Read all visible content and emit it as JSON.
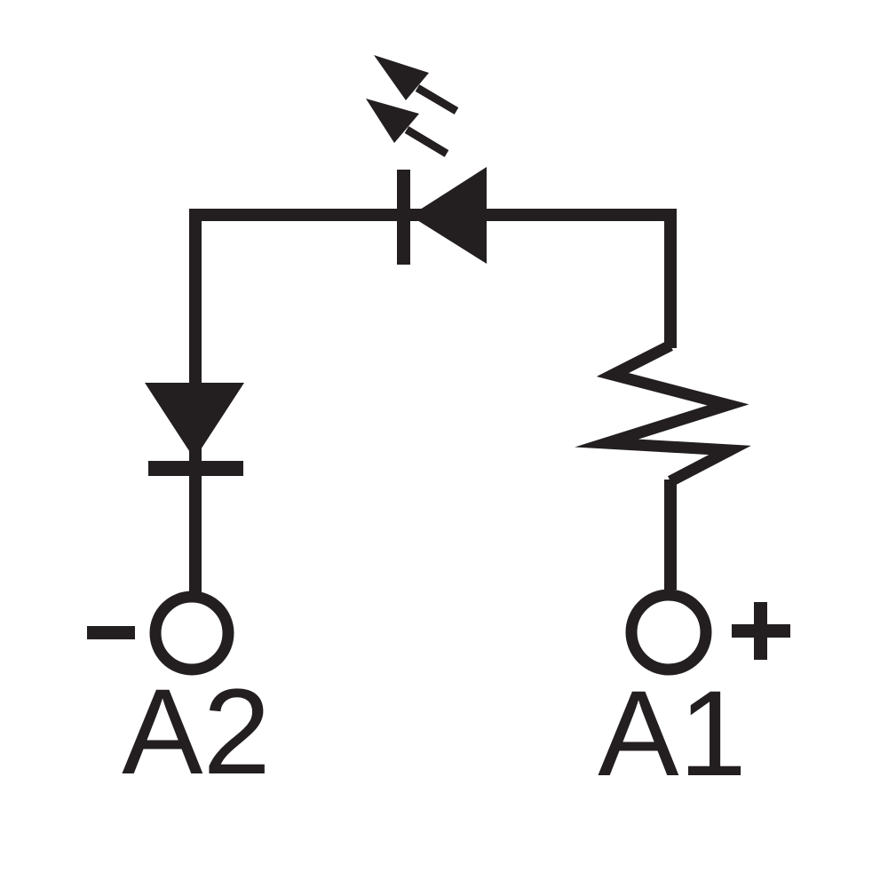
{
  "colors": {
    "ink": "#231f20",
    "background": "#ffffff"
  },
  "terminals": [
    {
      "label": "A2",
      "polarity": "-"
    },
    {
      "label": "A1",
      "polarity": "+"
    }
  ],
  "components": {
    "led": "led-symbol-with-emission-arrows",
    "diode": "diode-symbol-cathode-down",
    "resistor": "resistor-zigzag-symbol",
    "minus": "minus-polarity-icon",
    "plus": "plus-polarity-icon"
  }
}
